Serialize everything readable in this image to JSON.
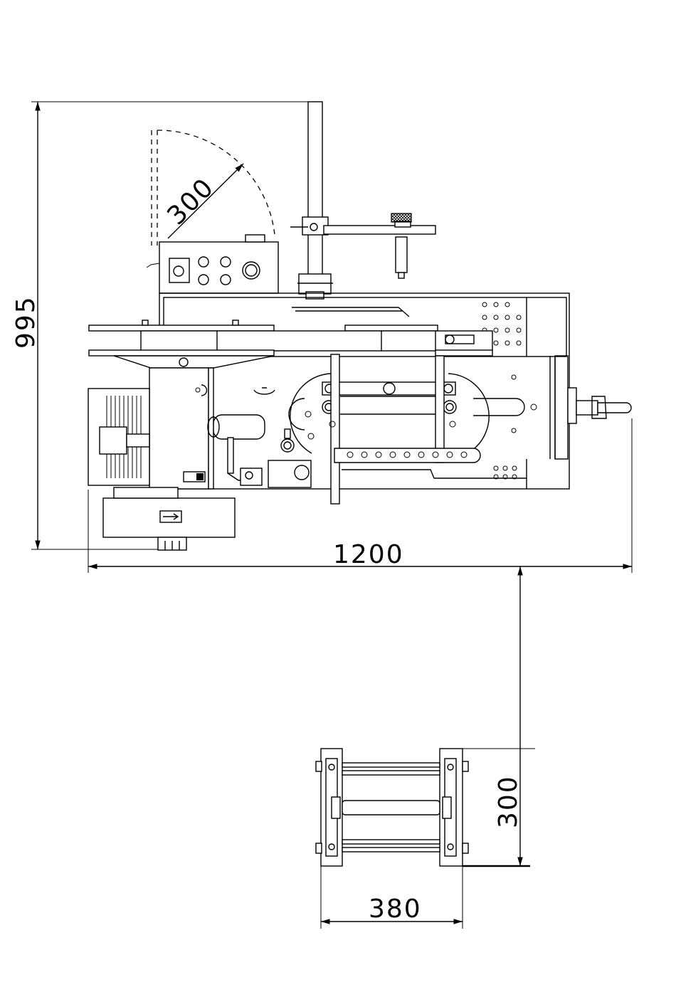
{
  "dimensions": {
    "height": "995",
    "width": "1200",
    "arc_radius": "300",
    "detail_height": "300",
    "detail_width": "380"
  }
}
